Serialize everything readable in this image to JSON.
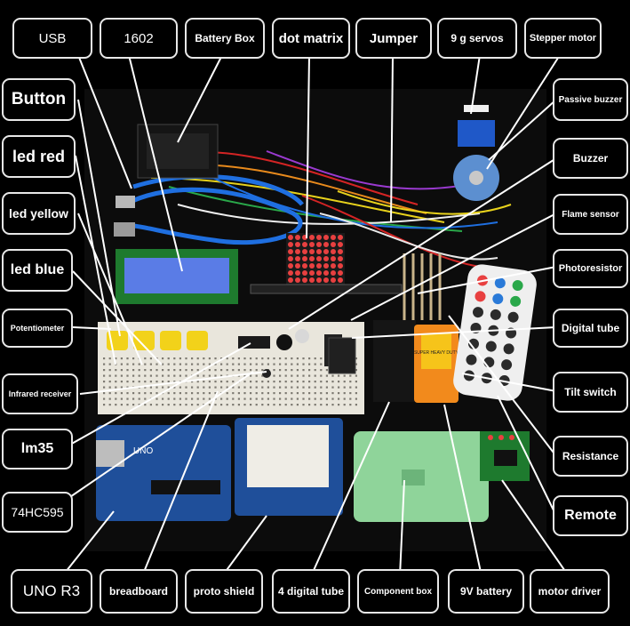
{
  "labels": {
    "usb": "USB",
    "lcd1602": "1602",
    "battery_box": "Battery Box",
    "dot_matrix": "dot matrix",
    "jumper": "Jumper",
    "servos": "9 g servos",
    "stepper_motor": "Stepper motor",
    "button": "Button",
    "passive_buzzer": "Passive buzzer",
    "led_red": "led red",
    "buzzer": "Buzzer",
    "led_yellow": "led yellow",
    "flame_sensor": "Flame sensor",
    "led_blue": "led blue",
    "photoresistor": "Photoresistor",
    "potentiometer": "Potentiometer",
    "digital_tube": "Digital tube",
    "infrared_receiver": "Infrared receiver",
    "tilt_switch": "Tilt switch",
    "lm35": "lm35",
    "resistance": "Resistance",
    "ic_74hc595": "74HC595",
    "remote": "Remote",
    "uno_r3": "UNO R3",
    "breadboard": "breadboard",
    "proto_shield": "proto shield",
    "four_digital_tube": "4 digital tube",
    "component_box": "Component box",
    "battery_9v": "9V battery",
    "motor_driver": "motor driver"
  },
  "board_text": {
    "uno": "UNO",
    "battery_brand": "SUPER HEAVY DUTY"
  },
  "colors": {
    "background": "#000000",
    "label_border": "#e8e8e8",
    "label_text": "#ffffff",
    "pcb_blue": "#1f4f9a",
    "breadboard": "#e9e6dc",
    "button_yellow": "#f2d21a",
    "box_green": "#8fd49a",
    "battery_orange": "#f28a1c",
    "jumper_red": "#d42424",
    "usb_cable_blue": "#1f6fe0",
    "segment_red": "#e84040"
  }
}
